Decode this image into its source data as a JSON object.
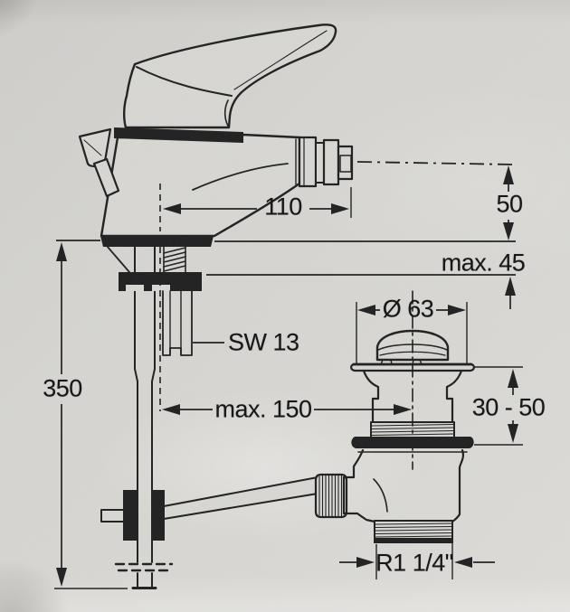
{
  "drawing": {
    "labels": {
      "spout_reach": "110",
      "outlet_height": "50",
      "deck_thickness": "max. 45",
      "wrench_size": "SW 13",
      "supply_length": "350",
      "center_distance": "max. 150",
      "plug_diameter": "Ø 63",
      "waste_height_range": "30 - 50",
      "waste_thread": "R1 1/4\""
    },
    "colors": {
      "paper": "#d6d5d1",
      "ink": "#1c1c1c"
    }
  }
}
